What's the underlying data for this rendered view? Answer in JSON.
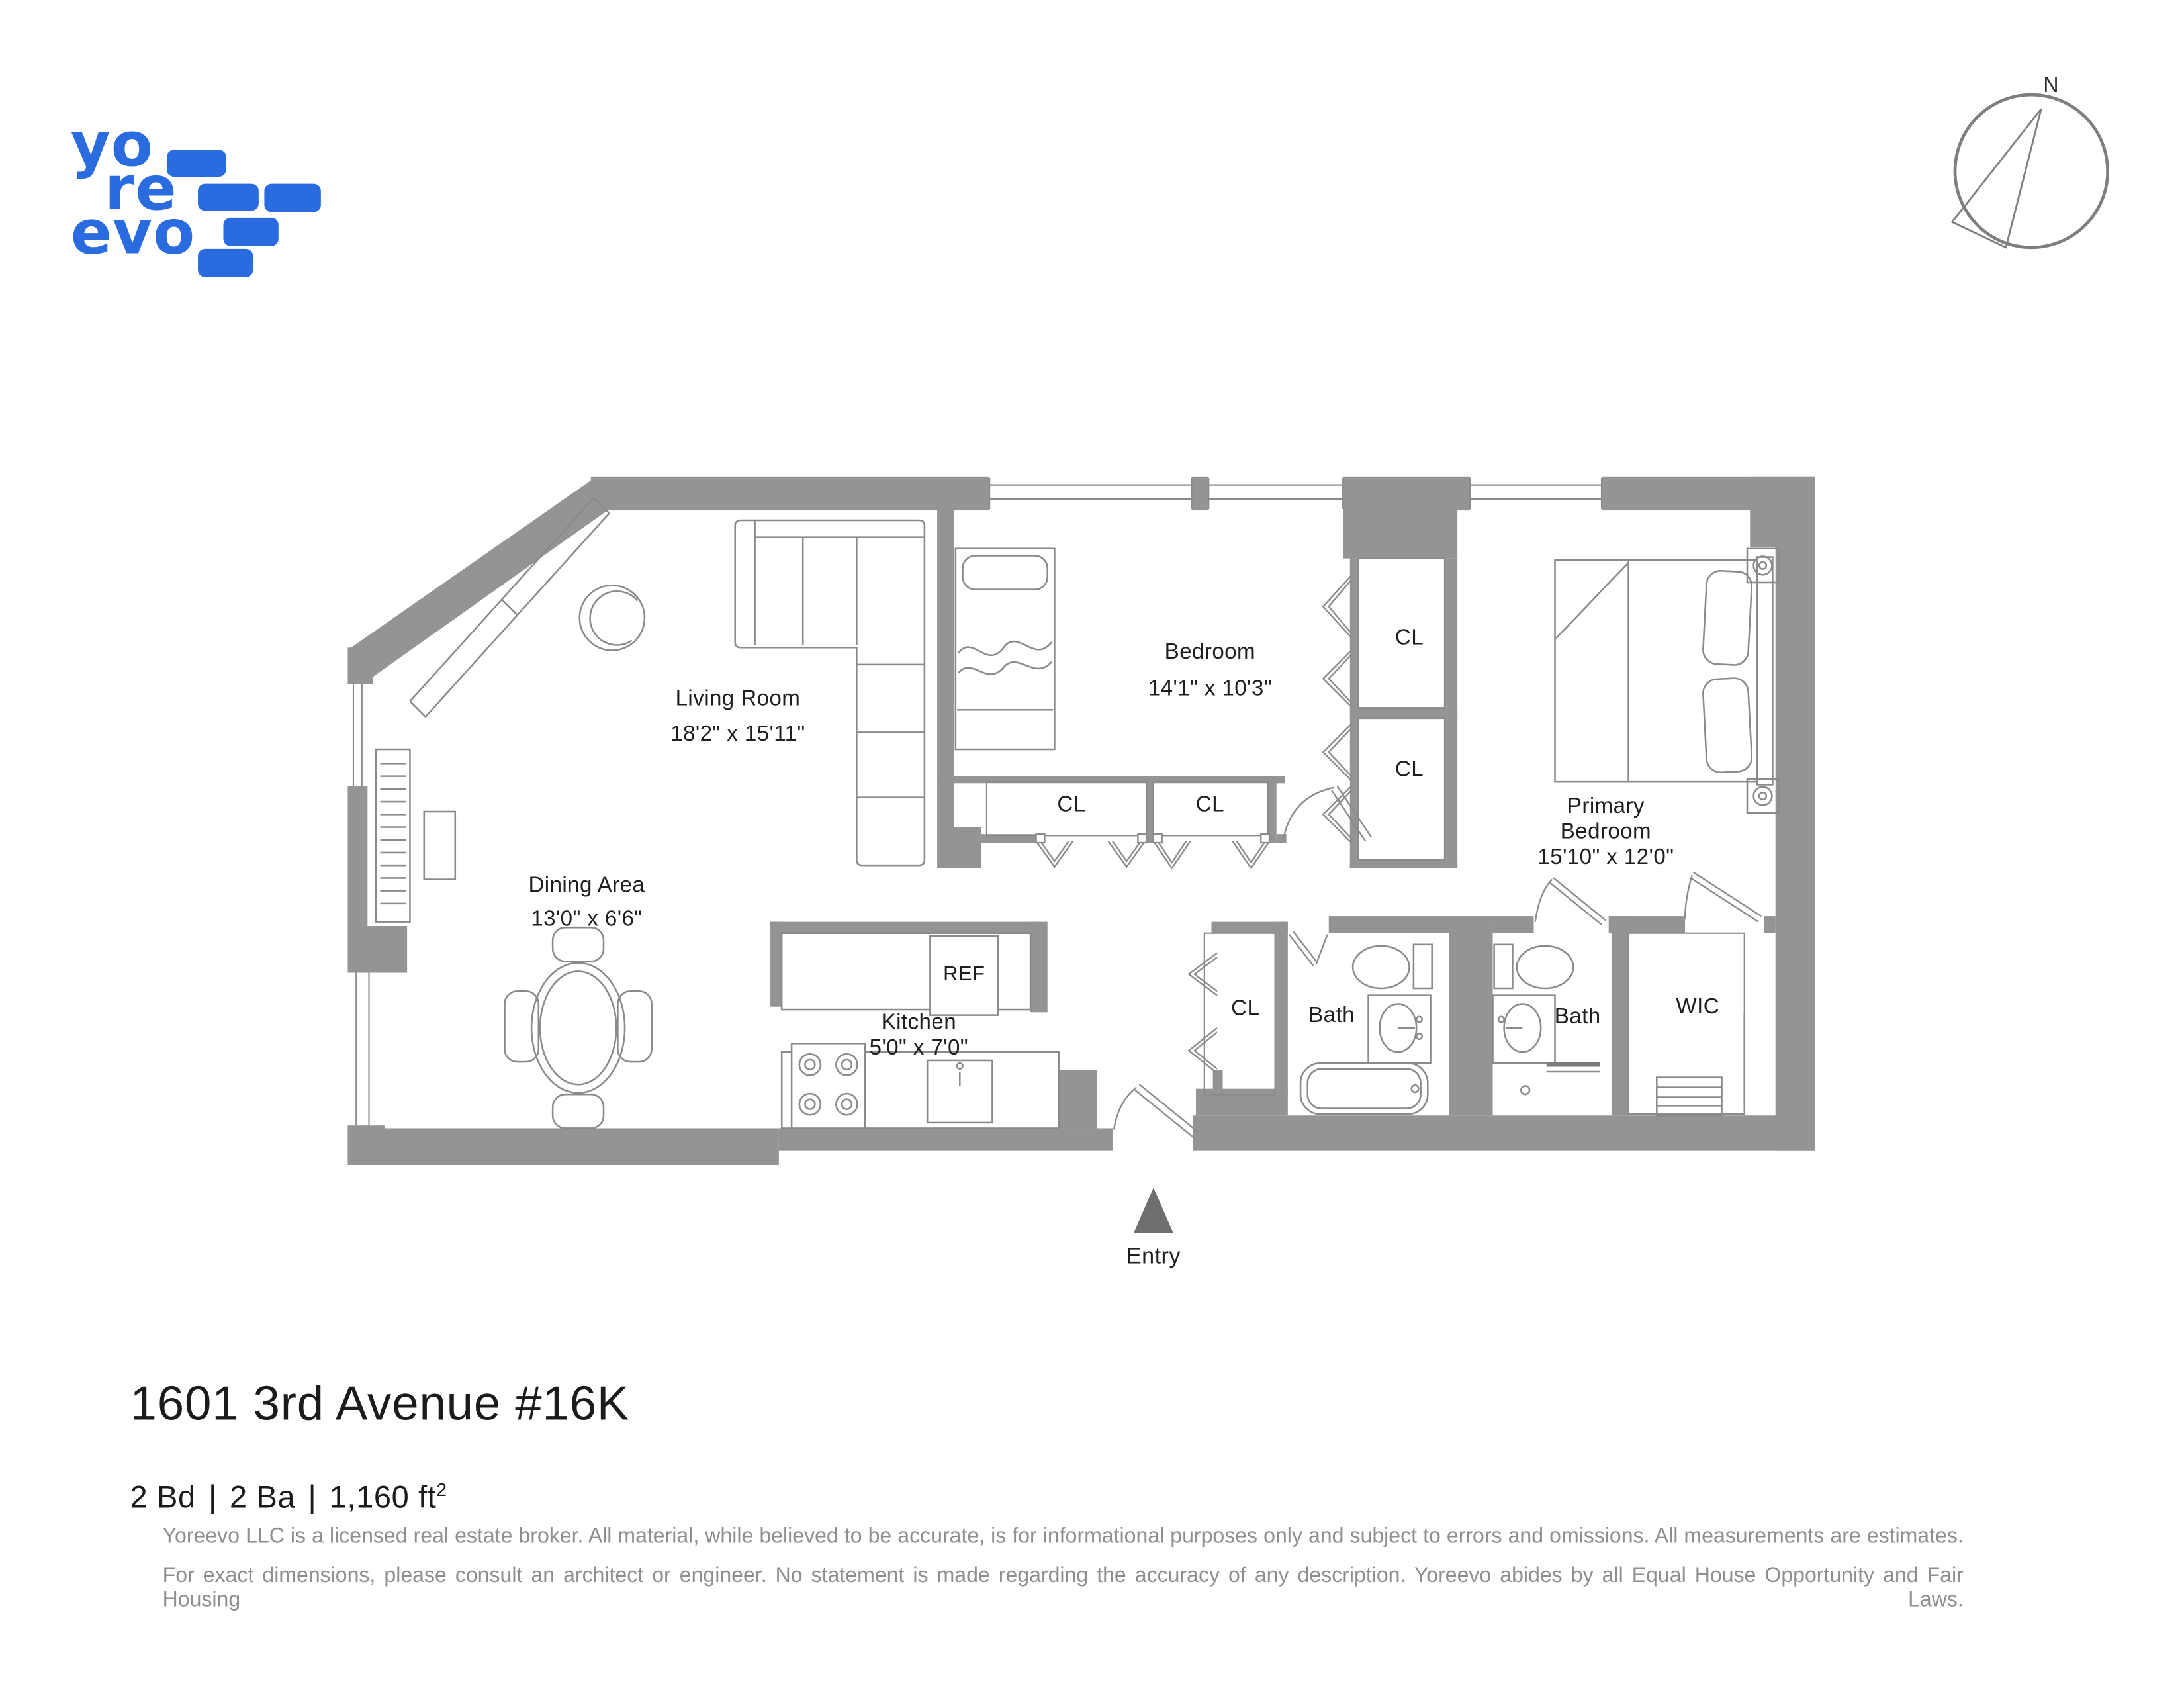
{
  "logo": {
    "line1": "yo",
    "line2": "re",
    "line3": "evo",
    "brand_color": "#2a6ce0"
  },
  "compass": {
    "north_label": "N"
  },
  "plan": {
    "living_room": {
      "name": "Living Room",
      "dims": "18'2\" x 15'11\""
    },
    "dining_area": {
      "name": "Dining Area",
      "dims": "13'0\" x 6'6\""
    },
    "bedroom": {
      "name": "Bedroom",
      "dims": "14'1\" x 10'3\""
    },
    "primary_bedroom": {
      "name_line1": "Primary",
      "name_line2": "Bedroom",
      "dims": "15'10\" x 12'0\""
    },
    "kitchen": {
      "name": "Kitchen",
      "dims": "5'0\" x 7'0\""
    },
    "bath_left": {
      "name": "Bath"
    },
    "bath_right": {
      "name": "Bath"
    },
    "wic": {
      "name": "WIC"
    },
    "closets": {
      "hall_left": "CL",
      "hall_right": "CL",
      "bedroom_upper": "CL",
      "bedroom_lower": "CL",
      "foyer": "CL"
    },
    "refrigerator_label": "REF",
    "entry_label": "Entry"
  },
  "colors": {
    "wall": "#949494",
    "line": "#8a8a8a",
    "entry_arrow": "#6e6e6e",
    "text": "#1e1e1e",
    "disclaimer_text": "#8e8e8e"
  },
  "footer": {
    "address": "1601 3rd Avenue #16K",
    "specs": {
      "beds": "2 Bd",
      "separator": "|",
      "baths": "2 Ba",
      "area": "1,160 ft",
      "area_sup": "2"
    },
    "disclaimer_line1": "Yoreevo LLC is a licensed real estate broker. All material, while believed to be accurate, is for informational purposes only and subject to errors and omissions. All measurements are estimates.",
    "disclaimer_line2": "For exact dimensions, please consult an architect or engineer. No statement is made regarding the accuracy of any description. Yoreevo abides by all Equal House Opportunity and Fair Housing Laws."
  }
}
